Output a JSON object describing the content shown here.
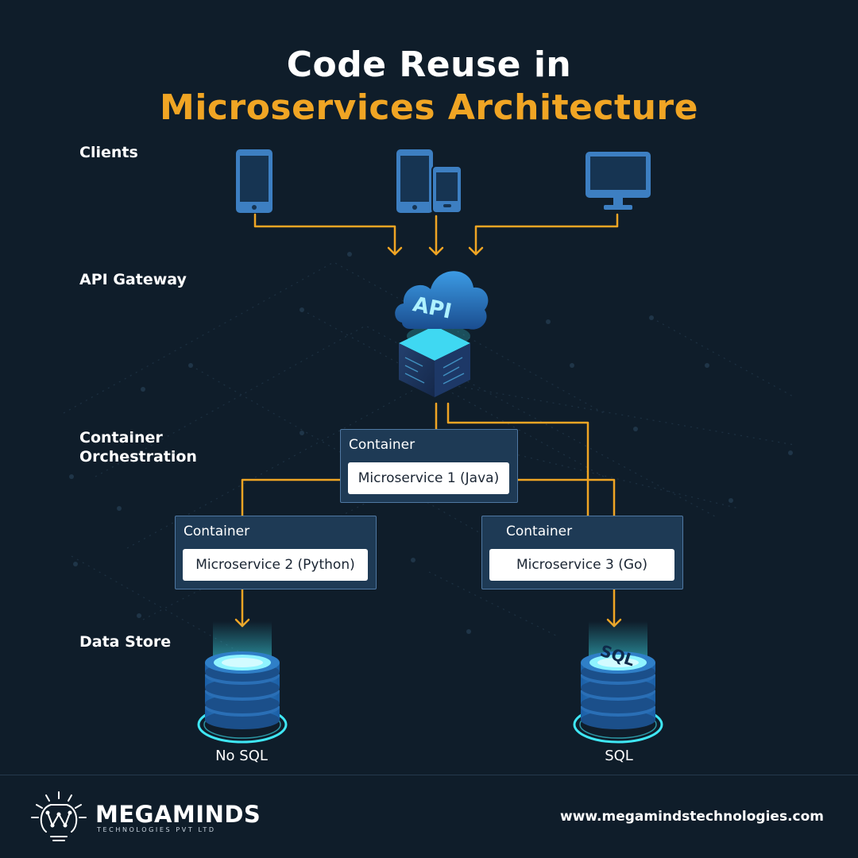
{
  "title": {
    "line1": "Code Reuse in",
    "line2": "Microservices Architecture"
  },
  "rows": {
    "clients": "Clients",
    "api_gateway": "API Gateway",
    "container_orchestration_1": "Container",
    "container_orchestration_2": "Orchestration",
    "data_store": "Data Store"
  },
  "gateway": {
    "icon_text": "API"
  },
  "containers": [
    {
      "label": "Container",
      "service": "Microservice 1 (Java)"
    },
    {
      "label": "Container",
      "service": "Microservice 2 (Python)"
    },
    {
      "label": "Container",
      "service": "Microservice 3 (Go)"
    }
  ],
  "databases": [
    {
      "label": "No SQL"
    },
    {
      "label": "SQL",
      "icon_text": "SQL"
    }
  ],
  "footer": {
    "brand": "MEGAMINDS",
    "brand_sub": "TECHNOLOGIES PVT LTD",
    "website": "www.megamindstechnologies.com"
  },
  "colors": {
    "background": "#0f1d2a",
    "accent": "#f0a524",
    "device": "#3d7fc2",
    "container": "#1e3a55",
    "glow": "#3fe7f5"
  },
  "icons": [
    "phone-icon",
    "phone-tablet-icon",
    "monitor-icon",
    "api-cloud-icon",
    "database-icon",
    "sql-database-icon",
    "megaminds-logo-icon"
  ]
}
